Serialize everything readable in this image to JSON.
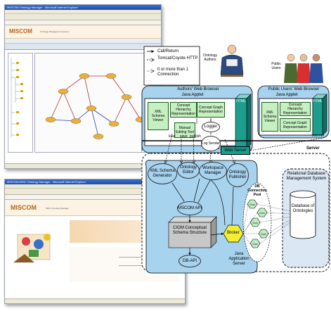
{
  "screenshots": {
    "top": {
      "window_title": "MISCOM Ontology Manager - Microsoft Internet Explorer",
      "app_brand": "MISCOM",
      "app_subtitle": "Ontology Management System"
    },
    "bottom": {
      "window_title": "MISCOM MISC Ontology Manager - Microsoft Internet Explorer",
      "app_brand": "MISCOM",
      "app_subtitle": "MISC Ontology Manager"
    }
  },
  "legend": {
    "items": [
      {
        "label": "Call/Return"
      },
      {
        "label": "Tomcat/Coyote HTTP"
      },
      {
        "label": "0 or more than 1 Connection"
      }
    ]
  },
  "actors": {
    "authors": "Ontology Authors",
    "public": "Public Users"
  },
  "authors_browser": {
    "title": "Authors' Web Browser",
    "applet_title": "Java Applet",
    "html_label": "HTML",
    "components": {
      "xml_viewer": "XML Schema Viewer",
      "concept_hierarchy": "Concept Hierarchy Representation",
      "concept_graph": "Concept Graph Representation",
      "manual_editing": "Manual Editing Tool",
      "logger": "Logger",
      "log_sender": "Log Sender"
    },
    "io_labels": [
      "load",
      "save",
      "publish"
    ]
  },
  "public_browser": {
    "title": "Public Users' Web Browser",
    "applet_title": "Java Applet",
    "html_label": "HTML",
    "components": {
      "xml_viewer": "XML Schema Viewer",
      "concept_hierarchy": "Concept Hierarchy Representation",
      "concept_graph": "Concept Graph Representation"
    }
  },
  "network": {
    "web_server": "Web Server",
    "internet": "Internet",
    "server": "Server"
  },
  "server": {
    "xml_generator": "XML Schema Generator",
    "ontology_editor": "Ontology Editor",
    "workspace_manager": "Workspace Manager",
    "ontology_publisher": "Ontology Publisher",
    "api": "MSCOM API",
    "ciom": "CIOM Conceptual Schema Structure",
    "db_api": "DB-API",
    "broker": "Broker",
    "pool": "DB Connection Pool",
    "conn_label": "Con",
    "app_server": "Java Application Server"
  },
  "database": {
    "title": "Relational Database Management System",
    "db": "Database of Ontologies"
  },
  "colors": {
    "browser_fill": "#a7d3ef",
    "component_fill": "#c6f0c2",
    "html_fill": "#1c9e8e",
    "broker_fill": "#f2ee33",
    "conn_fill": "#bdeec4"
  }
}
